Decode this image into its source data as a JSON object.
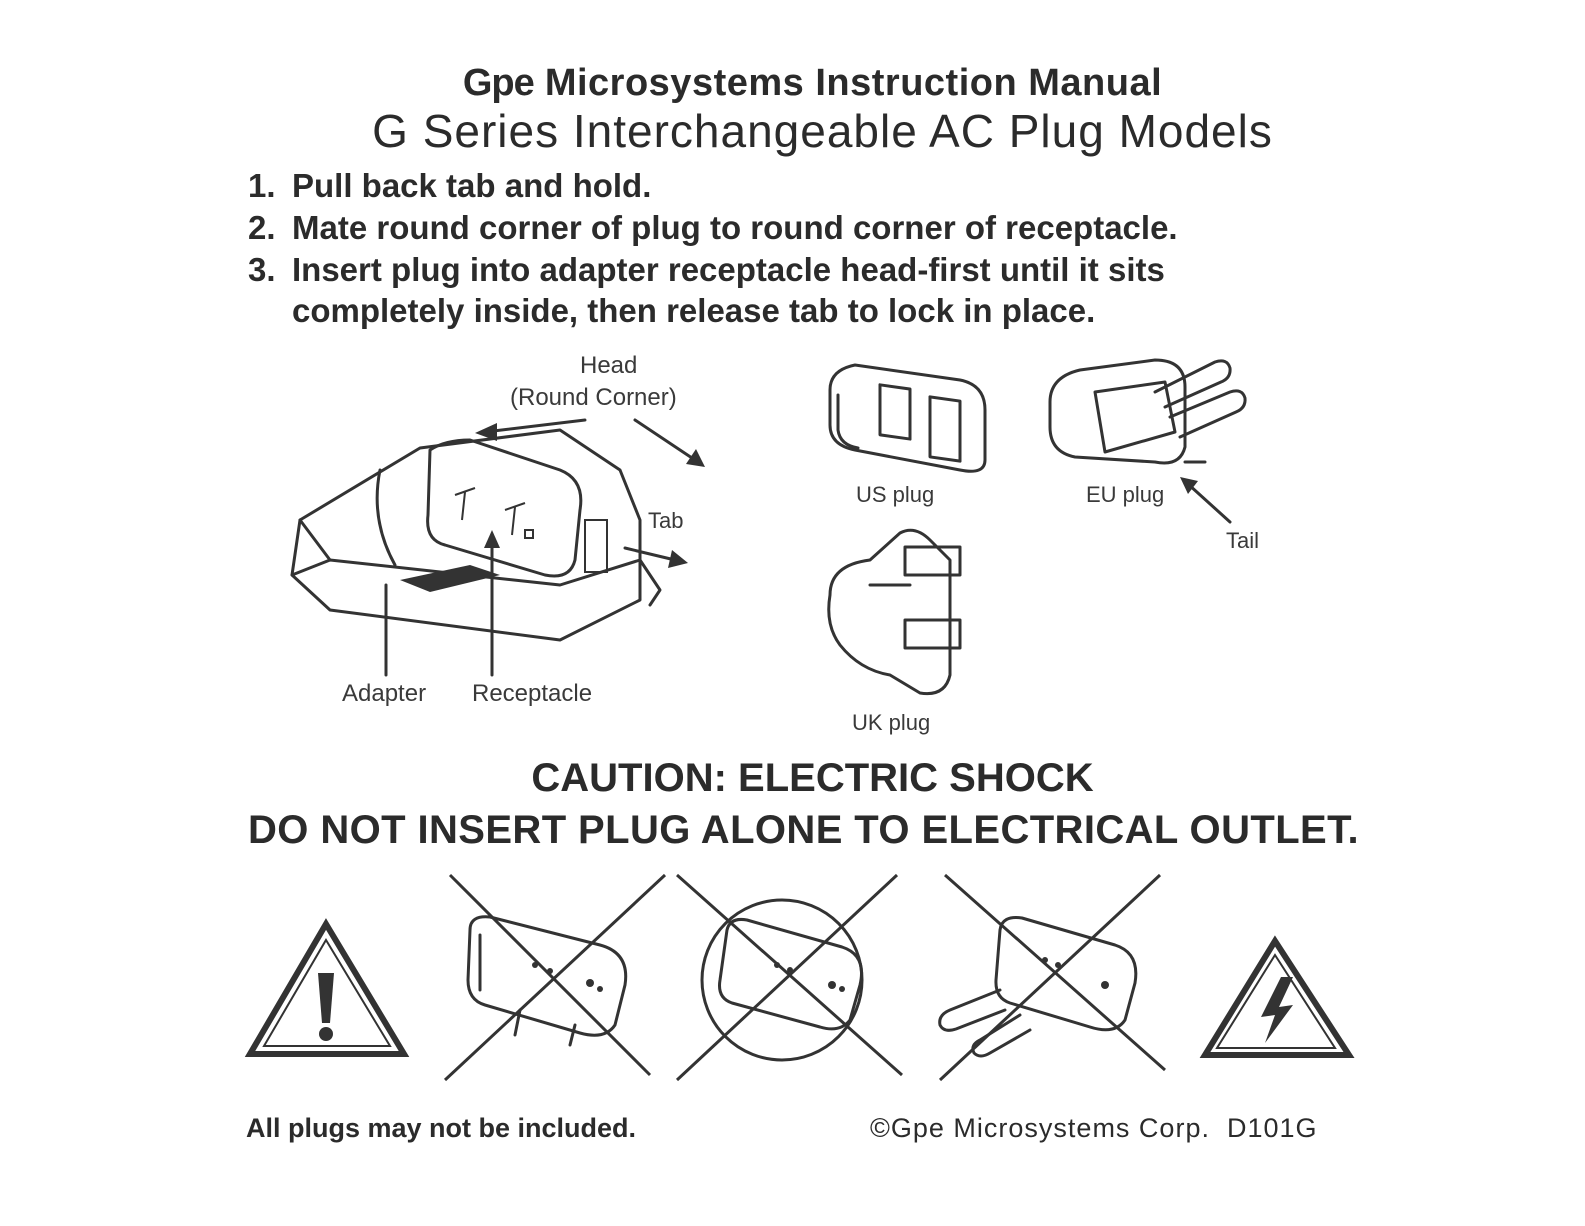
{
  "title": {
    "brand": "Gpe",
    "line1_rest": "Microsystems Instruction Manual",
    "line2": "G Series Interchangeable AC Plug Models"
  },
  "steps": [
    {
      "num": "1.",
      "text": "Pull back tab and hold."
    },
    {
      "num": "2.",
      "text": "Mate round corner of plug to round corner of receptacle."
    },
    {
      "num": "3.",
      "text": "Insert plug into adapter receptacle head-first until it sits",
      "continuation": "completely inside, then release tab to lock in place."
    }
  ],
  "diagram_labels": {
    "head": "Head",
    "round_corner": "(Round Corner)",
    "tab": "Tab",
    "adapter": "Adapter",
    "receptacle": "Receptacle",
    "us_plug": "US plug",
    "eu_plug": "EU plug",
    "uk_plug": "UK plug",
    "tail": "Tail"
  },
  "caution": {
    "heading": "CAUTION: ELECTRIC SHOCK",
    "warning": "DO NOT INSERT PLUG ALONE TO ELECTRICAL OUTLET."
  },
  "icons": [
    "warning-exclamation-icon",
    "crossed-us-plug-icon",
    "crossed-uk-plug-icon",
    "crossed-eu-plug-icon",
    "electric-shock-warning-icon"
  ],
  "footer": {
    "note": "All plugs may not be included.",
    "copyright": "©Gpe Microsystems Corp.  D101G"
  }
}
